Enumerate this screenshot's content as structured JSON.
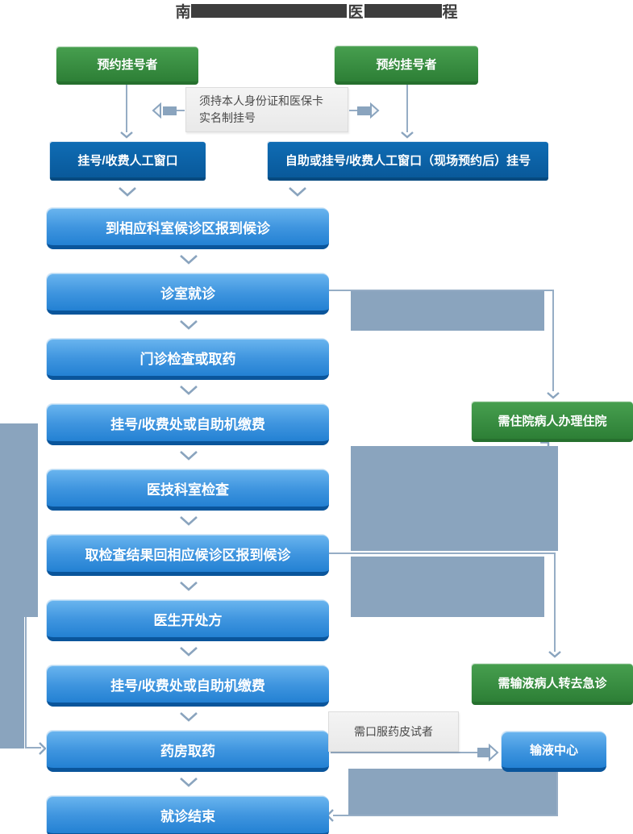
{
  "title": {
    "prefix": "南",
    "mid": "医",
    "suffix": "程"
  },
  "entries": {
    "left": "预约挂号者",
    "right": "预约挂号者"
  },
  "registration_note": {
    "line1": "须持本人身份证和医保卡",
    "line2": "实名制挂号"
  },
  "windows": {
    "left": "挂号/收费人工窗口",
    "right": "自助或挂号/收费人工窗口（现场预约后）挂号"
  },
  "flow": {
    "steps": [
      {
        "label": "到相应科室候诊区报到候诊"
      },
      {
        "label": "诊室就诊"
      },
      {
        "label": "门诊检查或取药"
      },
      {
        "label": "挂号/收费处或自助机缴费"
      },
      {
        "label": "医技科室检查"
      },
      {
        "label": "取检查结果回相应候诊区报到候诊"
      },
      {
        "label": "医生开处方"
      },
      {
        "label": "挂号/收费处或自助机缴费"
      },
      {
        "label": "药房取药"
      },
      {
        "label": "就诊结束"
      }
    ]
  },
  "side": {
    "admission_label": "需住院病人办理住院",
    "infusion_transfer_label": "需输液病人转去急诊",
    "infusion_center_label": "输液中心",
    "oral_med_note": "需口服药皮试者"
  },
  "colors": {
    "green": "#2f8238",
    "glossy_blue": "#3f95df",
    "dark_blue": "#0c63a8",
    "slate": "#8aa4be",
    "note_bg": "#efefef",
    "redaction": "#3d3d3d"
  }
}
